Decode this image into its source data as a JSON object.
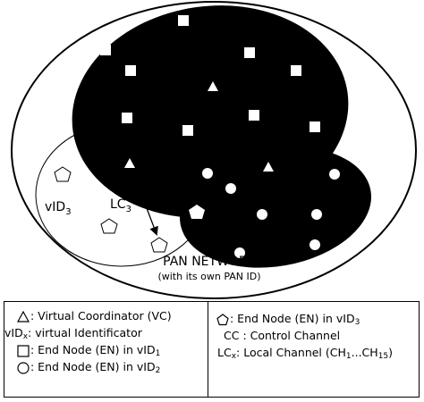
{
  "network_label": "PAN NETWORK",
  "network_sublabel": "(with its own PAN ID)",
  "vid3_label": {
    "main": "vID",
    "sub": "3"
  },
  "lc3_label": {
    "main": "LC",
    "sub": "3"
  },
  "legend": {
    "virtual_coordinator": {
      "text": ": Virtual Coordinator (VC)"
    },
    "vid_x": {
      "main": "vID",
      "sub": "x",
      "text": ": virtual Identificator"
    },
    "en_vid1": {
      "text": ": End Node (EN) in vID",
      "sub": "1"
    },
    "en_vid2": {
      "text": ": End Node (EN) in vID",
      "sub": "2"
    },
    "en_vid3": {
      "text": ": End Node (EN) in vID",
      "sub": "3"
    },
    "control_channel": {
      "main": "CC",
      "text": ": Control Channel"
    },
    "local_channel": {
      "main": "LC",
      "sub": "x",
      "text": ": Local Channel (CH",
      "sub1": "1",
      "mid": "...CH",
      "sub2": "15",
      "end": ")"
    }
  },
  "colors": {
    "fill_dark": "#000000",
    "fill_light": "#ffffff",
    "stroke": "#000000"
  },
  "icons": {
    "vid1_node": "square",
    "vid2_node": "circle",
    "vid3_node": "pentagon",
    "coordinator": "triangle"
  }
}
